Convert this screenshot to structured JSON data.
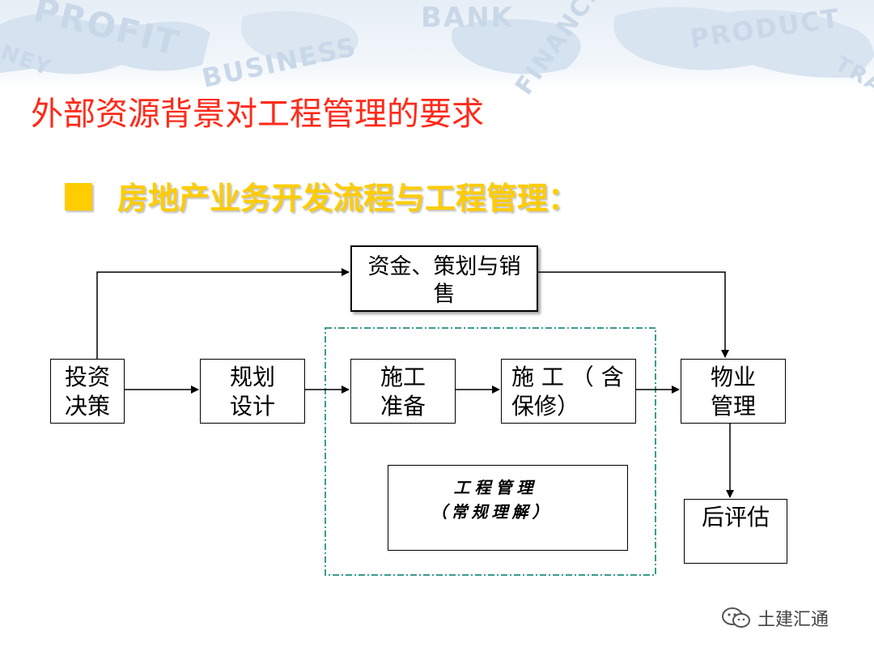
{
  "title": "外部资源背景对工程管理的要求",
  "subtitle": "房地产业务开发流程与工程管理：",
  "banner": {
    "watermarks": [
      "PROFIT",
      "BUSINESS",
      "BANK",
      "FINANCE",
      "PRODUCT",
      "NEY",
      "TRA"
    ]
  },
  "diagram": {
    "nodes": {
      "finance": [
        "资金、策划与销",
        "售"
      ],
      "invest": [
        "投资",
        "决策"
      ],
      "plan": [
        "规划",
        "设计"
      ],
      "prep": [
        "施工",
        "准备"
      ],
      "build": [
        "施 工 （ 含",
        "保修）"
      ],
      "property": [
        "物业",
        "管理"
      ],
      "evaluation": [
        "后评估"
      ],
      "pm": [
        "工程管理",
        "（常规理解）"
      ]
    }
  },
  "footer": {
    "brand": "土建汇通",
    "icon": "wechat-icon"
  },
  "colors": {
    "title": "#ff2a1a",
    "subtitle": "#ffcc00",
    "bullet": "#ffcc00",
    "dashed_frame": "#3b9b8f"
  }
}
